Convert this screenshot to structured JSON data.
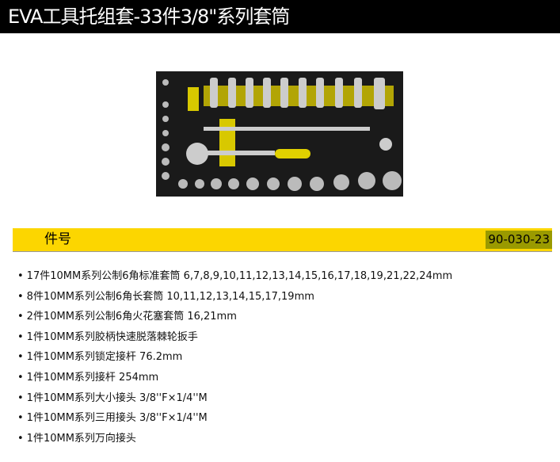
{
  "title": "EVA工具托组套-33件3/8\"系列套筒",
  "part_label": "件号",
  "part_number": "90-030-23",
  "items": [
    "17件10MM系列公制6角标准套筒 6,7,8,9,10,11,12,13,14,15,16,17,18,19,21,22,24mm",
    "8件10MM系列公制6角长套筒 10,11,12,13,14,15,17,19mm",
    "2件10MM系列公制6角火花塞套筒 16,21mm",
    "1件10MM系列胶柄快速脱落棘轮扳手",
    "1件10MM系列锁定接杆 76.2mm",
    "1件10MM系列接杆 254mm",
    "1件10MM系列大小接头 3/8''F×1/4''M",
    "1件10MM系列三用接头 3/8''F×1/4''M",
    "1件10MM系列万向接头"
  ],
  "colors": {
    "accent": "#fcd600",
    "badge": "#9a9a00"
  }
}
